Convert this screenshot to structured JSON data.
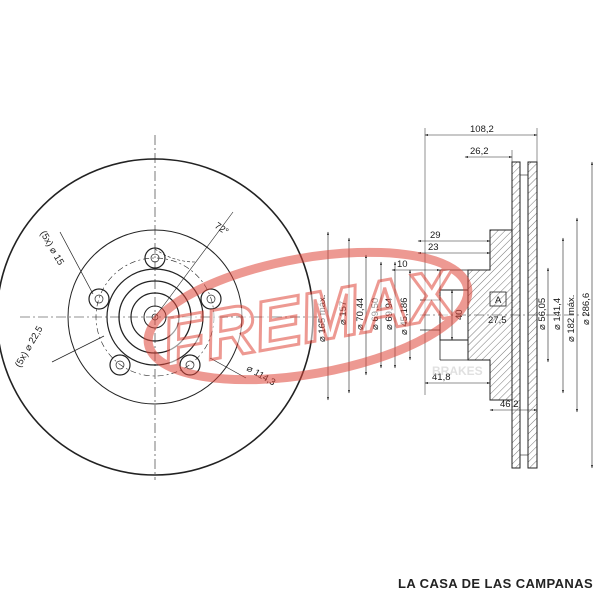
{
  "front_view": {
    "angle": "72°",
    "bolt_count_hole": "(5x) ⌀ 15",
    "bolt_count_pilot": "(5x) ⌀ 22,5",
    "pcd": "⌀ 114,3"
  },
  "side_view": {
    "overall_width": "108,2",
    "hub_width": "26,2",
    "offset_29": "29",
    "offset_23": "23",
    "offset_10": "10",
    "thickness_41": "41,8",
    "thickness_46": "46,2",
    "d_165": "⌀ 165 máx.",
    "d_157": "⌀ 157",
    "d_70": "⌀ 70,44",
    "d_69_50": "⌀ 69,50",
    "d_69_94": "⌀ 69,94",
    "d_45": "⌀ 45,186",
    "d_40": "40",
    "dim_27_5": "27,5",
    "ref_A": "A",
    "d_56": "⌀ 56,05",
    "d_141": "⌀ 141,4",
    "d_182": "⌀ 182 máx.",
    "d_286": "⌀ 286,6"
  },
  "watermark": {
    "logo_text": "FREMAX",
    "brand_sub": "BRAKES",
    "color": "#e0463a"
  },
  "footer": {
    "text": "LA CASA DE LAS CAMPANAS"
  }
}
